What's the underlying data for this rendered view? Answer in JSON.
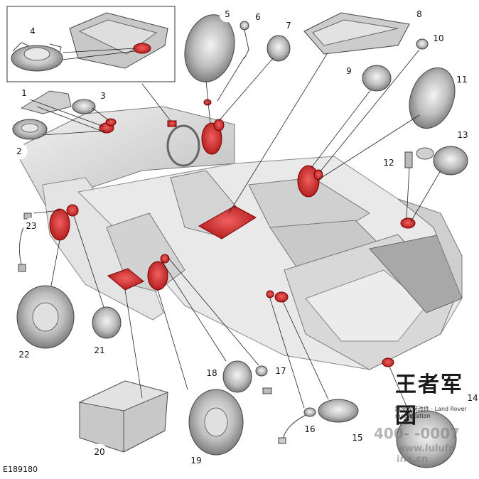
{
  "figure_id": "E189180",
  "callouts": [
    "1",
    "2",
    "3",
    "4",
    "5",
    "6",
    "7",
    "8",
    "9",
    "10",
    "11",
    "12",
    "13",
    "14",
    "15",
    "16",
    "17",
    "18",
    "19",
    "20",
    "21",
    "22",
    "23"
  ],
  "colors": {
    "highlight": "#d42828",
    "line": "#222222",
    "body": "#dcdcdc",
    "body_dark": "#9a9a9a"
  },
  "watermark": {
    "title": "王者军团",
    "subtitle": "路虎改装改件 · Land Rover modification",
    "phone": "400-  -0007",
    "url": "www.lulufd ina.cn"
  }
}
